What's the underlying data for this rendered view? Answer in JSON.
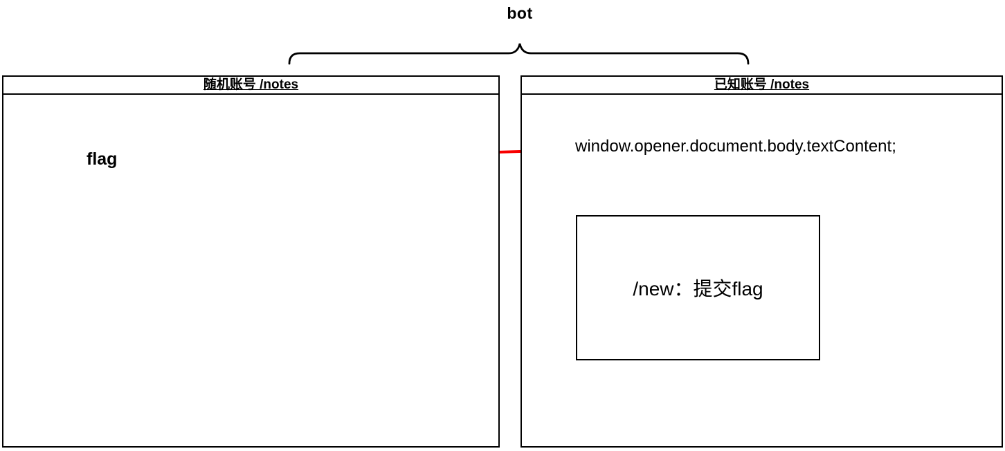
{
  "colors": {
    "arrow": "#f80000",
    "stroke": "#000000"
  },
  "header": {
    "bot_label": "bot"
  },
  "panels": {
    "left": {
      "title": "随机账号 /notes"
    },
    "right": {
      "title": "已知账号 /notes",
      "code_line": "window.opener.document.body.textContent;",
      "submit_box_label": "/new：提交flag"
    }
  },
  "annotations": {
    "flag_label": "flag"
  }
}
